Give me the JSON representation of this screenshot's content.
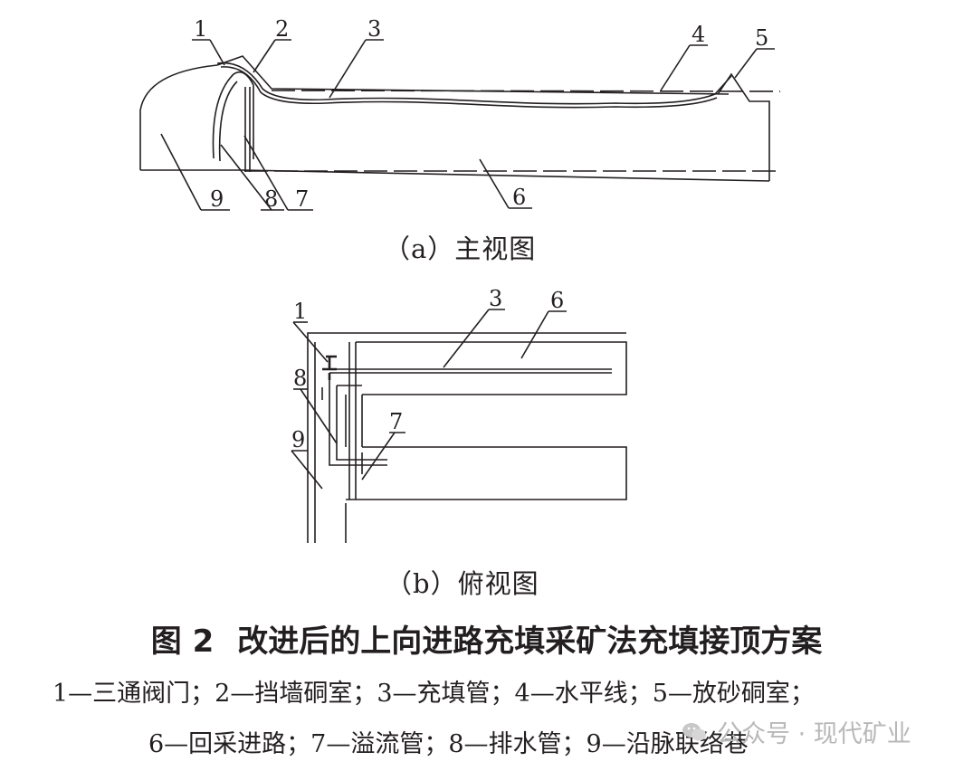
{
  "view_a": {
    "caption": "（a）主视图",
    "callouts": [
      "1",
      "2",
      "3",
      "4",
      "5",
      "6",
      "7",
      "8",
      "9"
    ]
  },
  "view_b": {
    "caption": "（b）俯视图",
    "callouts": [
      "1",
      "3",
      "6",
      "7",
      "8",
      "9"
    ]
  },
  "figure": {
    "number": "图 2",
    "title": "改进后的上向进路充填采矿法充填接顶方案"
  },
  "legend": {
    "line1": "1—三通阀门；2—挡墙硐室；3—充填管；4—水平线；5—放砂硐室；",
    "line2": "6—回采进路；7—溢流管；8—排水管；9—沿脉联络巷"
  },
  "watermark": {
    "text": "公众号 · 现代矿业",
    "icon": "wechat-icon"
  }
}
